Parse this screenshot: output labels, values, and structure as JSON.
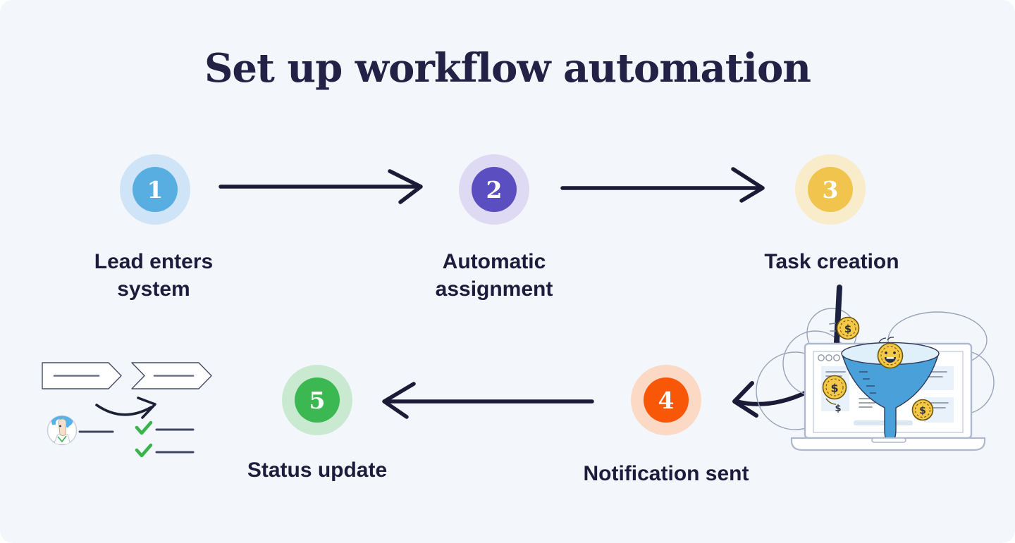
{
  "title": "Set up workflow automation",
  "colors": {
    "canvas": "#f3f7fb",
    "heading_text": "#232145",
    "label_text": "#1d1c3d",
    "arrow": "#1b1b38"
  },
  "steps": [
    {
      "number": "1",
      "label": "Lead enters system",
      "circle_color": "#58ade1",
      "halo_color": "#cfe4f6"
    },
    {
      "number": "2",
      "label": "Automatic assignment",
      "circle_color": "#5a4ec0",
      "halo_color": "#dedaf3"
    },
    {
      "number": "3",
      "label": "Task creation",
      "circle_color": "#f0c44d",
      "halo_color": "#f8ecca"
    },
    {
      "number": "4",
      "label": "Notification sent",
      "circle_color": "#f85708",
      "halo_color": "#fbd9c4"
    },
    {
      "number": "5",
      "label": "Status update",
      "circle_color": "#3bb852",
      "halo_color": "#c9ead0"
    }
  ],
  "illustration": {
    "coin_symbol": "$"
  }
}
